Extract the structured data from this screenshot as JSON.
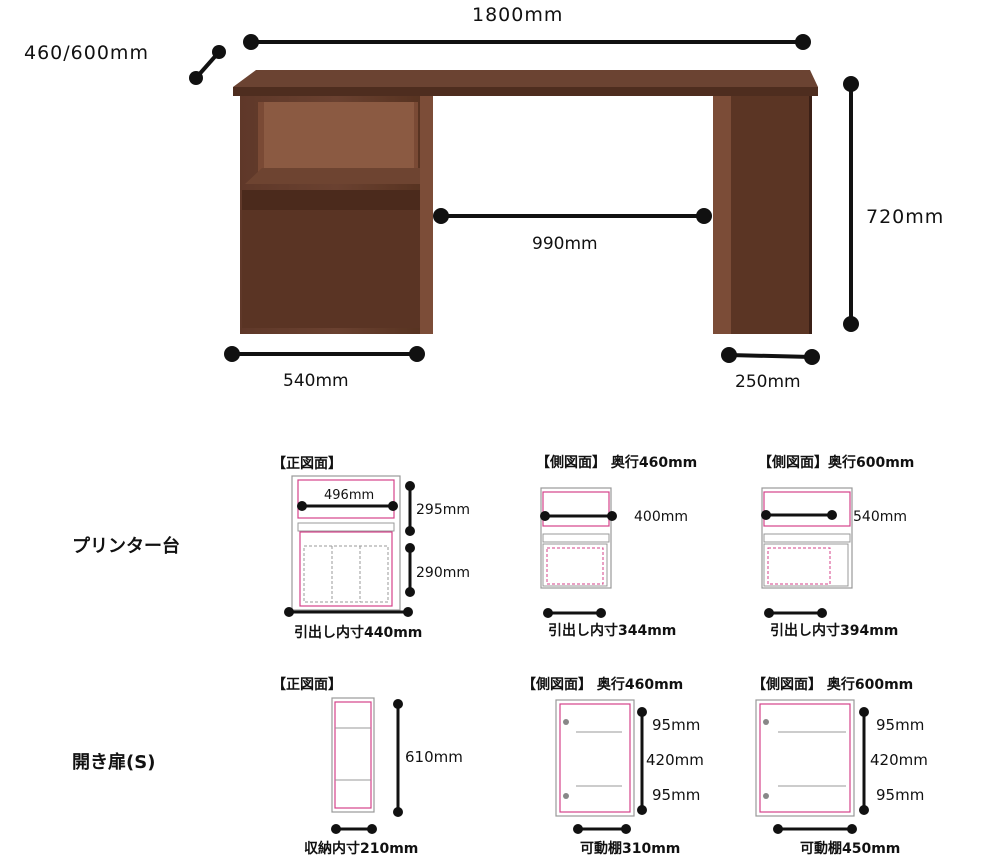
{
  "main_desk": {
    "top_width": "1800mm",
    "depth": "460/600mm",
    "height": "720mm",
    "opening": "990mm",
    "left_unit_width": "540mm",
    "right_unit_width": "250mm"
  },
  "printer_stand": {
    "row_label": "プリンター台",
    "front": {
      "heading": "【正図面】",
      "inner_width": "496mm",
      "upper_height": "295mm",
      "lower_height": "290mm",
      "drawer_inner": "引出し内寸440mm"
    },
    "side_460": {
      "heading": "【側図面】 奥行460mm",
      "shelf_depth": "400mm",
      "drawer_inner": "引出し内寸344mm"
    },
    "side_600": {
      "heading": "【側図面】奥行600mm",
      "shelf_depth": "540mm",
      "drawer_inner": "引出し内寸394mm"
    }
  },
  "hinged_door": {
    "row_label": "開き扉(S)",
    "front": {
      "heading": "【正図面】",
      "height": "610mm",
      "storage_inner": "収納内寸210mm"
    },
    "side_460": {
      "heading": "【側図面】 奥行460mm",
      "top": "95mm",
      "middle": "420mm",
      "bottom": "95mm",
      "shelf": "可動棚310mm"
    },
    "side_600": {
      "heading": "【側図面】 奥行600mm",
      "top": "95mm",
      "middle": "420mm",
      "bottom": "95mm",
      "shelf": "可動棚450mm"
    }
  },
  "colors": {
    "wood": "#5a3527",
    "wood_dark": "#3f2419",
    "wood_light": "#7a4a36",
    "inner_line": "#d4428a",
    "dim_line": "#111111"
  }
}
